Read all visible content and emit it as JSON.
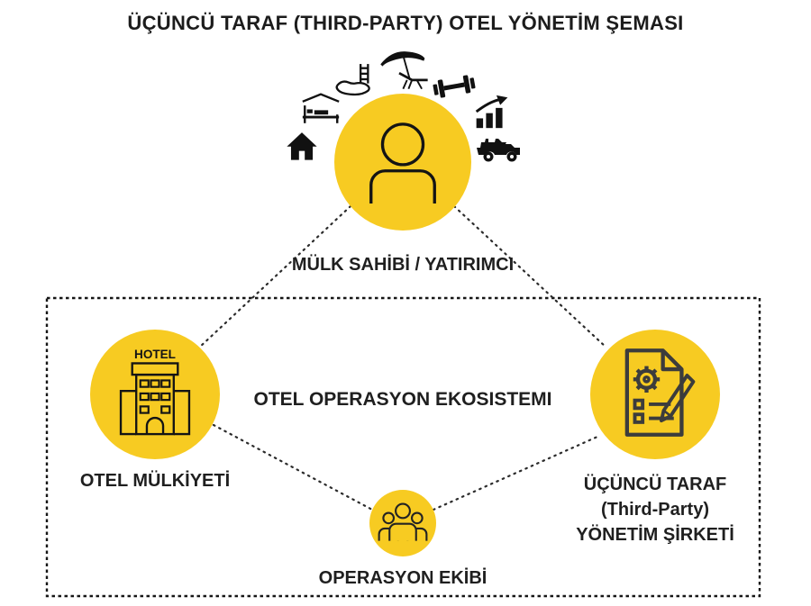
{
  "title": "ÜÇÜNCÜ TARAF (THIRD-PARTY) OTEL YÖNETİM ŞEMASI",
  "colors": {
    "accent_yellow": "#F7CB22",
    "ink": "#1F1F1F"
  },
  "owner": {
    "label": "MÜLK SAHİBİ / YATIRIMCI",
    "icon": "person-icon"
  },
  "ecosystem": {
    "label": "OTEL OPERASYON EKOSISTEMI"
  },
  "hotel": {
    "label": "OTEL MÜLKİYETİ",
    "icon": "hotel-building-icon",
    "sign_text": "HOTEL"
  },
  "manager": {
    "label_lines": [
      "ÜÇÜNCÜ TARAF",
      "(Third-Party)",
      "YÖNETİM ŞİRKETİ"
    ],
    "icon": "contract-gear-pencil-icon"
  },
  "team": {
    "label": "OPERASYON EKİBİ",
    "icon": "people-group-icon"
  },
  "amenities": [
    "house-icon",
    "bed-icon",
    "pool-icon",
    "beach-umbrella-icon",
    "dumbbell-icon",
    "growth-chart-icon",
    "safari-jeep-icon"
  ]
}
